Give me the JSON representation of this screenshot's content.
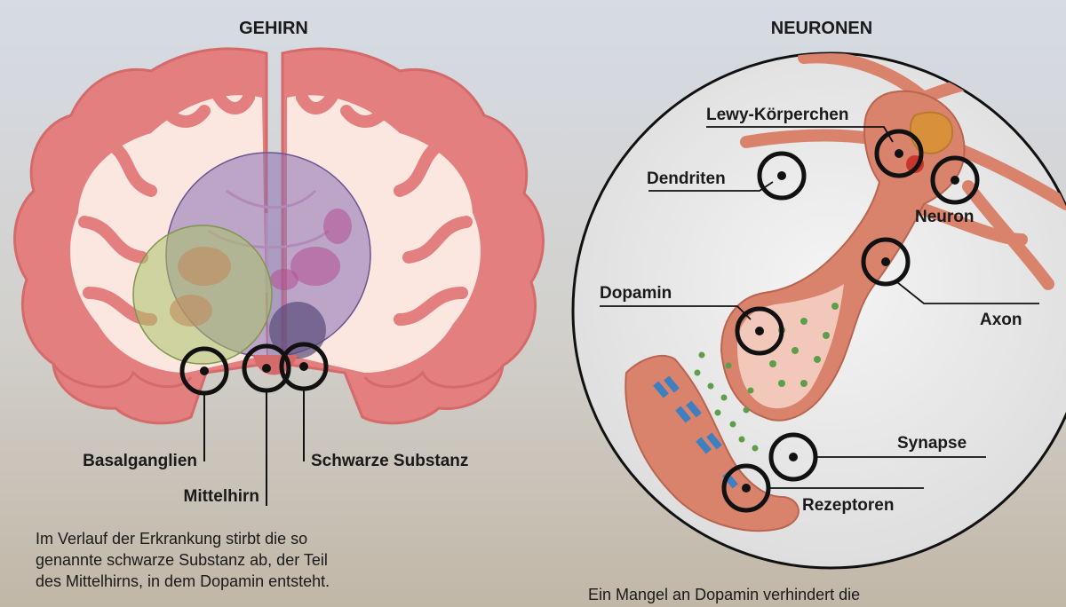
{
  "brain": {
    "title": "GEHIRN",
    "labels": {
      "basalganglien": "Basalganglien",
      "mittelhirn": "Mittelhirn",
      "schwarze_substanz": "Schwarze Substanz"
    },
    "caption": [
      "Im Verlauf der Erkrankung stirbt die so",
      "genannte schwarze Substanz ab, der Teil",
      "des Mittelhirns, in dem Dopamin entsteht."
    ]
  },
  "neurons": {
    "title": "NEURONEN",
    "labels": {
      "lewy": "Lewy-Körperchen",
      "dendriten": "Dendriten",
      "neuron": "Neuron",
      "dopamin": "Dopamin",
      "axon": "Axon",
      "synapse": "Synapse",
      "rezeptoren": "Rezeptoren"
    },
    "caption": "Ein Mangel an Dopamin verhindert die"
  },
  "colors": {
    "brain_outer": "#e47f7f",
    "brain_inner": "#fbe7df",
    "purple_region": "#8a6fb5",
    "green_region": "#a9c36a",
    "axon_fill": "#d9826c",
    "dopamine_dot": "#5e9e4a",
    "receptor": "#3d7fc0",
    "lewy_body": "#d8913a"
  }
}
